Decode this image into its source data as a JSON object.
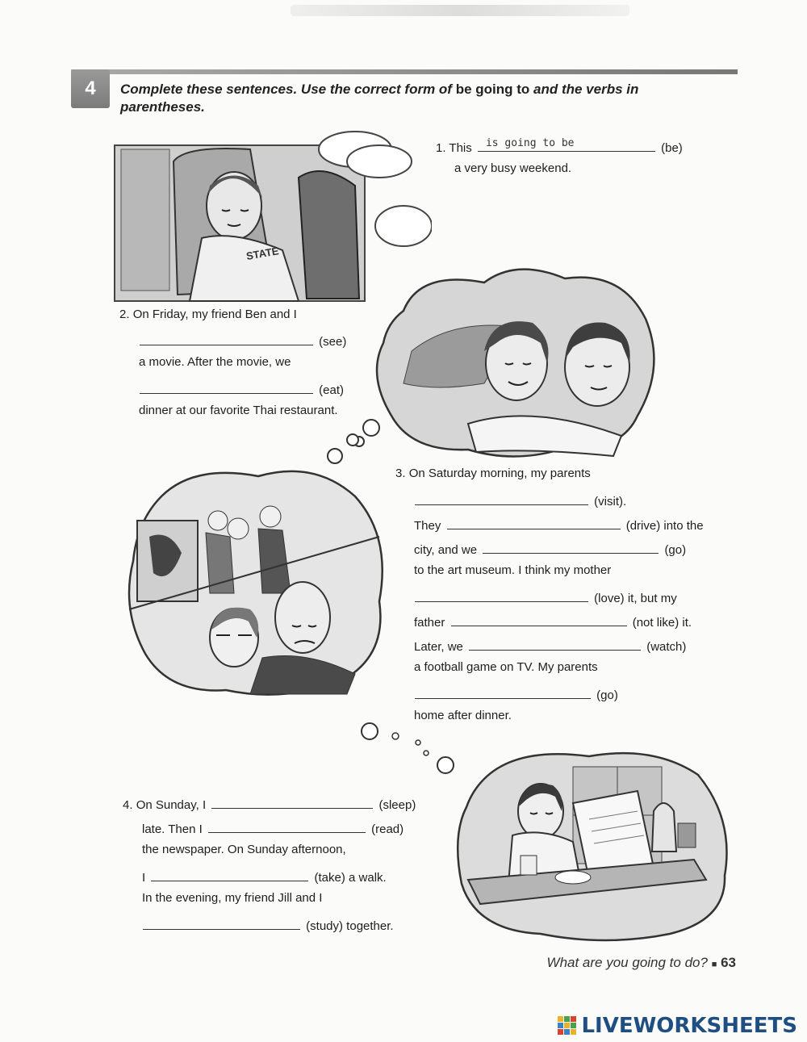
{
  "exercise": {
    "number": "4",
    "instruction_part1": "Complete these sentences. Use the correct form of ",
    "instruction_bold": "be going to",
    "instruction_part2": " and the verbs in parentheses."
  },
  "items": {
    "q1": {
      "number": "1.",
      "prefix": "This",
      "answer": "is going to be",
      "verb": "(be)",
      "cont": "a very busy weekend."
    },
    "q2": {
      "number": "2.",
      "line1": "On Friday, my friend Ben and I",
      "verb1": "(see)",
      "line2": "a movie. After the movie, we",
      "verb2": "(eat)",
      "line3": "dinner at our favorite Thai restaurant."
    },
    "q3": {
      "number": "3.",
      "line1": "On Saturday morning, my parents",
      "verb1": "(visit).",
      "line2a": "They",
      "verb2": "(drive) into the",
      "line3a": "city, and we",
      "verb3": "(go)",
      "line4": "to the art museum. I think my mother",
      "verb4": "(love) it, but my",
      "line5a": "father",
      "verb5": "(not like) it.",
      "line6a": "Later, we",
      "verb6": "(watch)",
      "line7": "a football game on TV. My parents",
      "verb7": "(go)",
      "line8": "home after dinner."
    },
    "q4": {
      "number": "4.",
      "line1a": "On Sunday, I",
      "verb1": "(sleep)",
      "line2a": "late. Then I",
      "verb2": "(read)",
      "line3": "the newspaper. On Sunday afternoon,",
      "line4a": "I",
      "verb4": "(take) a walk.",
      "line5": "In the evening, my friend Jill and I",
      "verb5": "(study) together."
    }
  },
  "illustrations": {
    "shirt_text": "STATE"
  },
  "footer": {
    "title": "What are you going to do?",
    "separator": "■",
    "page": "63"
  },
  "brand": {
    "name": "LIVEWORKSHEETS"
  },
  "colors": {
    "brand": "#1f4f82",
    "badge": "#8a8a8a"
  }
}
